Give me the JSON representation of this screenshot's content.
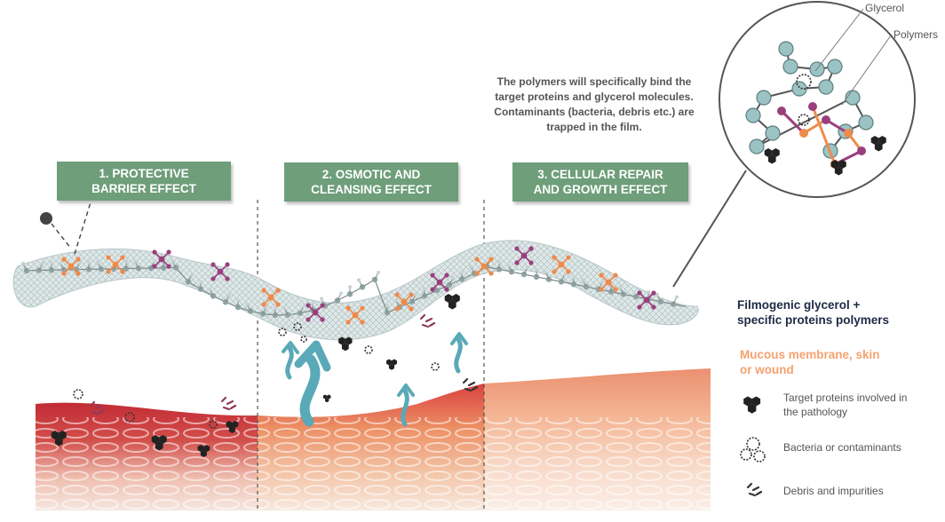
{
  "effects": [
    {
      "line1": "1. PROTECTIVE",
      "line2": "BARRIER EFFECT"
    },
    {
      "line1": "2. OSMOTIC AND",
      "line2": "CLEANSING EFFECT"
    },
    {
      "line1": "3. CELLULAR REPAIR",
      "line2": "AND GROWTH EFFECT"
    }
  ],
  "note": {
    "line1": "The polymers will specifically bind the",
    "line2": "target proteins and glycerol molecules.",
    "line3": "Contaminants (bacteria, debris etc.) are",
    "line4": "trapped in the film."
  },
  "callouts": {
    "glycerol": "Glycerol",
    "polymers": "Polymers"
  },
  "legend": {
    "film_line1": "Filmogenic glycerol +",
    "film_line2": "specific proteins polymers",
    "tissue_line1": "Mucous membrane, skin",
    "tissue_line2": "or wound",
    "target_line1": "Target proteins involved in",
    "target_line2": "the pathology",
    "bacteria": "Bacteria or contaminants",
    "debris": "Debris and impurities"
  },
  "colors": {
    "badge": "#6e9e7a",
    "arrow": "#5aa9b8",
    "film": "#c9d6d6",
    "glycerol_atom": "#9cc3c4",
    "polymer_orange": "#ef8a4b",
    "polymer_purple": "#9a3f7e",
    "tissue_red": "#c33a3a",
    "tissue_orange": "#e9956a",
    "tissue_pink": "#f1b79b",
    "legend_tissue": "#f4a270"
  }
}
